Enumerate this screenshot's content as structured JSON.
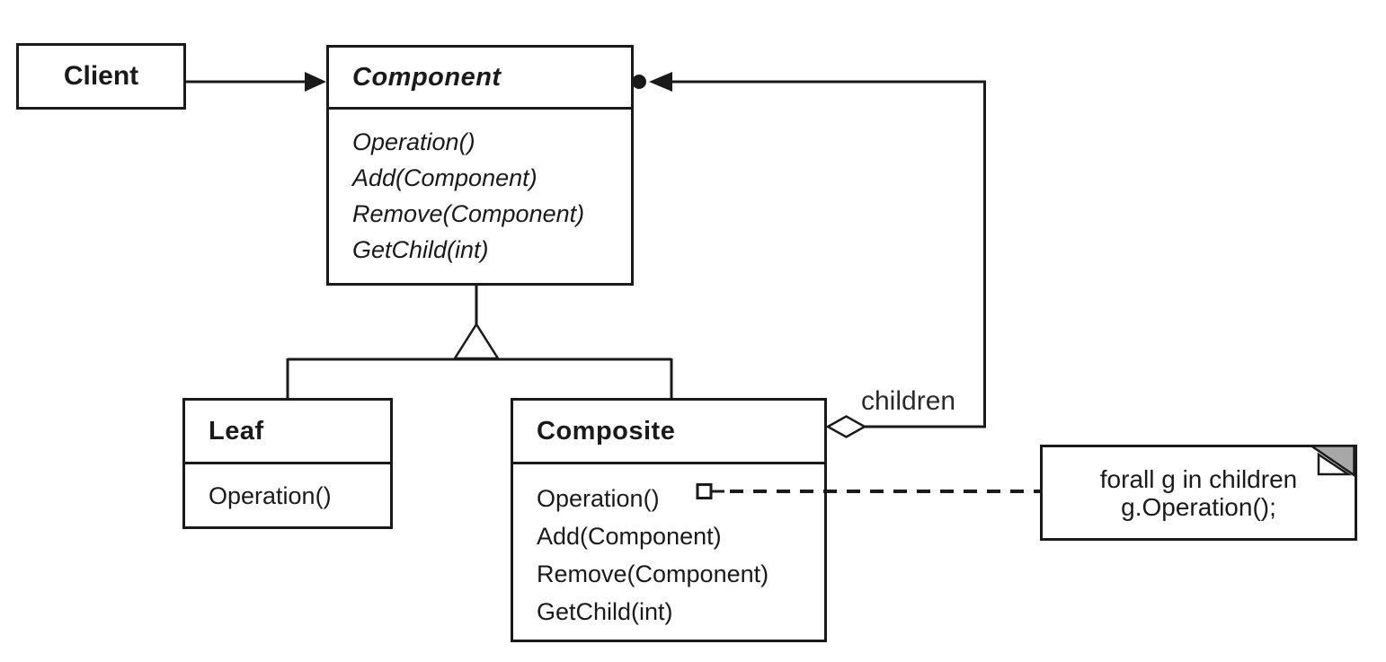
{
  "diagram_type": "uml-class-diagram",
  "pattern_name": "Composite",
  "classes": {
    "client": {
      "name": "Client"
    },
    "component": {
      "name": "Component",
      "abstract": true,
      "methods": [
        "Operation()",
        "Add(Component)",
        "Remove(Component)",
        "GetChild(int)"
      ]
    },
    "leaf": {
      "name": "Leaf",
      "methods": [
        "Operation()"
      ]
    },
    "composite": {
      "name": "Composite",
      "methods": [
        "Operation()",
        "Add(Component)",
        "Remove(Component)",
        "GetChild(int)"
      ]
    }
  },
  "relationships": {
    "client_to_component": "association-filled-arrow",
    "leaf_to_component": "inheritance-hollow-triangle",
    "composite_to_component": "inheritance-hollow-triangle",
    "composite_children": {
      "label": "children",
      "type": "aggregation-open-diamond-with-filled-arrow"
    }
  },
  "note": {
    "lines": [
      "forall g in children",
      "g.Operation();"
    ],
    "attached_to": "Composite.Operation()"
  },
  "icons": {
    "aggregation": "open-diamond",
    "inheritance": "hollow-triangle",
    "navigability": "filled-arrowhead",
    "note_corner": "gray-dog-ear-fold",
    "note_anchor": "small-open-square"
  },
  "colors": {
    "line": "#1a1a1a",
    "box_fill": "#ffffff",
    "note_fold_gray": "#a8a8a8",
    "background": "#ffffff"
  }
}
